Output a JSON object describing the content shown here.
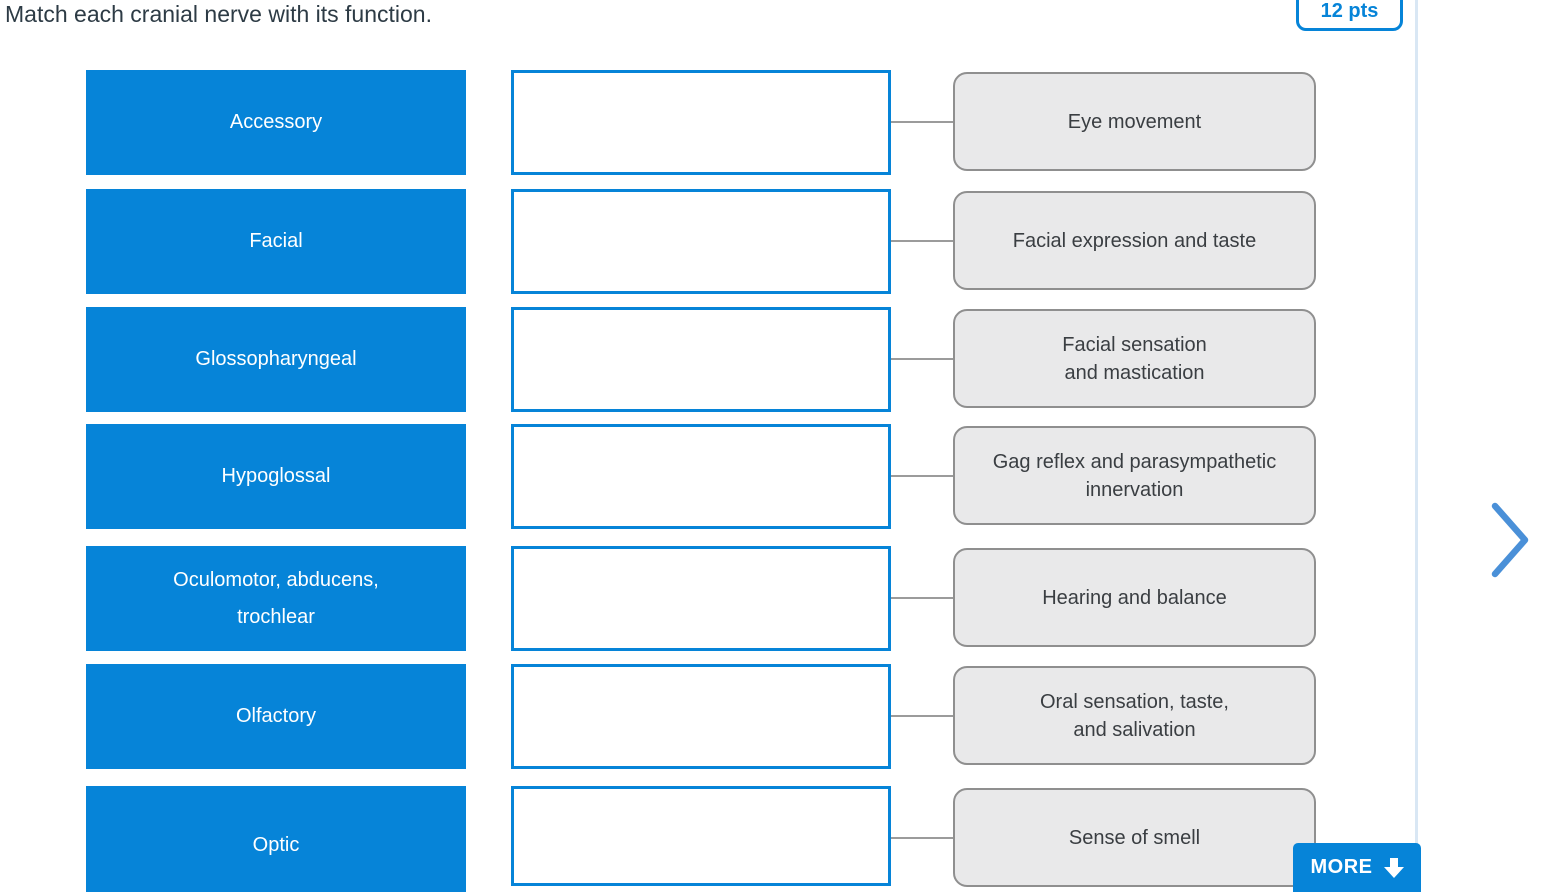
{
  "question": {
    "prompt": "Match each cranial nerve with its function.",
    "points": "12 pts"
  },
  "match": {
    "rows": [
      {
        "nerve": "Accessory",
        "drop_value": "",
        "function": "Eye movement"
      },
      {
        "nerve": "Facial",
        "drop_value": "",
        "function": "Facial expression and taste"
      },
      {
        "nerve": "Glossopharyngeal",
        "drop_value": "",
        "function": "Facial sensation\nand mastication"
      },
      {
        "nerve": "Hypoglossal",
        "drop_value": "",
        "function": "Gag reflex and parasympathetic\ninnervation"
      },
      {
        "nerve": "Oculomotor, abducens,\ntrochlear",
        "drop_value": "",
        "function": "Hearing and balance"
      },
      {
        "nerve": "Olfactory",
        "drop_value": "",
        "function": "Oral sensation, taste,\nand salivation"
      },
      {
        "nerve": "Optic",
        "drop_value": "",
        "function": "Sense of smell"
      }
    ]
  },
  "controls": {
    "more_label": "MORE",
    "more_icon": "down-arrow-icon",
    "pager_icon": "chevron-right-icon"
  },
  "colors": {
    "accent_blue": "#0684d8",
    "chevron_blue": "#4a90d8",
    "function_fill": "#e9e9ea",
    "function_border": "#8f8f8f",
    "connector_gray": "#9b9b9b",
    "divider_blue": "#d9e7f4",
    "title_text": "#2d3b45"
  }
}
